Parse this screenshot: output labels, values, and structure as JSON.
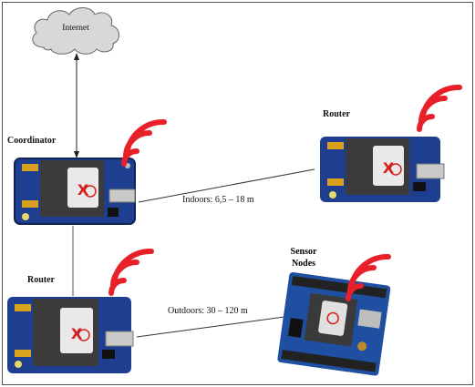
{
  "cloud": {
    "label": "Internet"
  },
  "nodes": {
    "coordinator": {
      "label": "Coordinator"
    },
    "router_right": {
      "label": "Router"
    },
    "router_bottom": {
      "label": "Router"
    },
    "sensor": {
      "label_line1": "Sensor",
      "label_line2": "Nodes"
    }
  },
  "links": {
    "indoors": "Indoors: 6,5 – 18 m",
    "outdoors": "Outdoors: 30 – 120 m"
  },
  "colors": {
    "signal": "#e8202a",
    "board_blue": "#1e3f8f",
    "cloud_fill": "#d8d8d8",
    "line": "#222222"
  }
}
